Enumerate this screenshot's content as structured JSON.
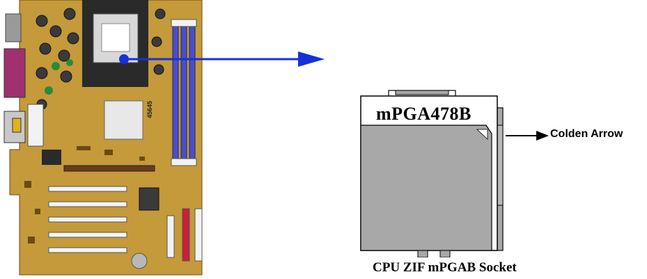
{
  "diagram": {
    "socket_label": "mPGA478B",
    "golden_arrow_label": "Colden Arrow",
    "caption": "CPU ZIF mPGAB Socket",
    "board_model_text": "45645"
  },
  "colors": {
    "board": "#c49a3a",
    "board_dark": "#7a5a1e",
    "dimm": "#4a4fc8",
    "pointer_arrow": "#1432d8",
    "socket_body": "#a8a8a8",
    "socket_frame": "#ffffff"
  }
}
